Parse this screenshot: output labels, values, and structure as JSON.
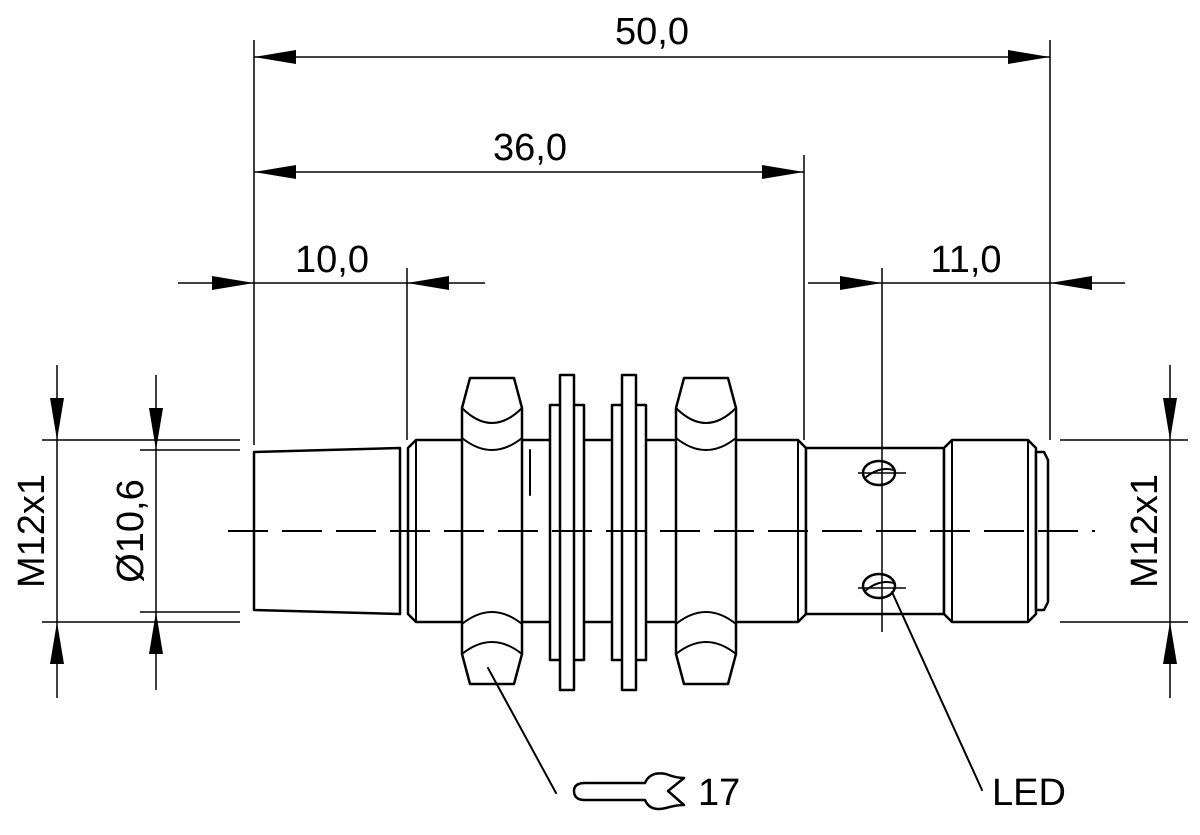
{
  "dimensions": {
    "overall_length": "50,0",
    "thread_length": "36,0",
    "face_length": "10,0",
    "connector_length": "11,0",
    "thread_left": "M12x1",
    "diameter": "Ø10,6",
    "thread_right": "M12x1"
  },
  "labels": {
    "wrench_size": "17",
    "led": "LED"
  },
  "colors": {
    "line": "#000000",
    "background": "#ffffff"
  }
}
